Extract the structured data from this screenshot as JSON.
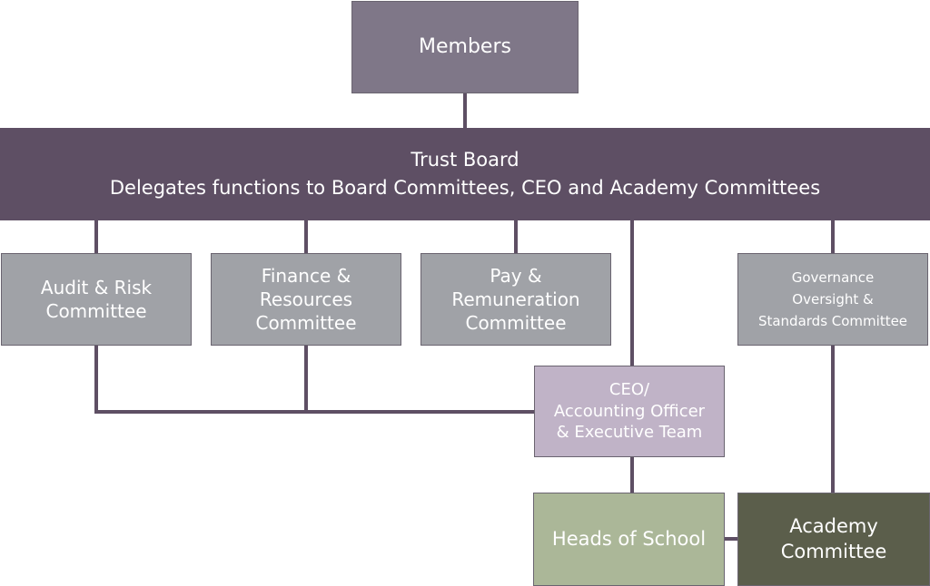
{
  "nodes": {
    "members": {
      "label": "Members"
    },
    "trust_board": {
      "title": "Trust Board",
      "subtitle": "Delegates functions to Board Committees, CEO and Academy Committees"
    },
    "audit": {
      "line1": "Audit & Risk",
      "line2": "Committee"
    },
    "finance": {
      "line1": "Finance &",
      "line2": "Resources",
      "line3": "Committee"
    },
    "pay": {
      "line1": "Pay &",
      "line2": "Remuneration",
      "line3": "Committee"
    },
    "governance": {
      "line1": "Governance",
      "line2": "Oversight &",
      "line3": "Standards Committee"
    },
    "ceo": {
      "line1": "CEO/",
      "line2": "Accounting Officer",
      "line3": "& Executive Team"
    },
    "heads": {
      "label": "Heads of School"
    },
    "academy": {
      "line1": "Academy",
      "line2": "Committee"
    }
  },
  "colors": {
    "members": "#7f7788",
    "board": "#5e4f64",
    "committee": "#a0a2a7",
    "ceo": "#c0b3c7",
    "heads": "#abb798",
    "academy": "#5b5e4b"
  }
}
